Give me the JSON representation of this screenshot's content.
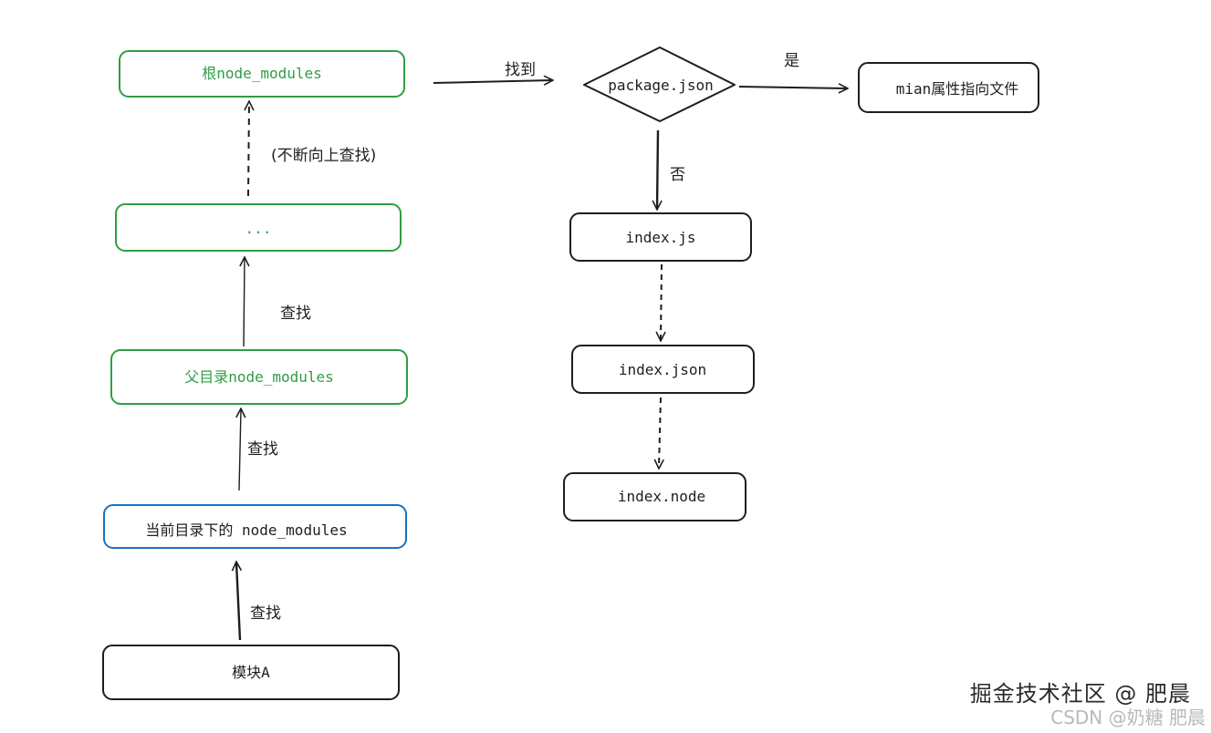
{
  "nodes": {
    "root_node_modules": "根node_modules",
    "ellipsis": "...",
    "parent_node_modules": "父目录node_modules",
    "current_node_modules": "当前目录下的 node_modules",
    "module_a": "模块A",
    "package_json": "package.json",
    "main_target": "mian属性指向文件",
    "index_js": "index.js",
    "index_json": "index.json",
    "index_node": "index.node"
  },
  "labels": {
    "keep_searching_up": "(不断向上查找)",
    "search_1": "查找",
    "search_2": "查找",
    "search_3": "查找",
    "found": "找到",
    "yes": "是",
    "no": "否"
  },
  "colors": {
    "green": "#2f9e44",
    "blue": "#1971c2",
    "black": "#1e1e1e"
  },
  "watermark": {
    "primary": "掘金技术社区 @ 肥晨",
    "secondary": "CSDN @奶糖 肥晨"
  }
}
